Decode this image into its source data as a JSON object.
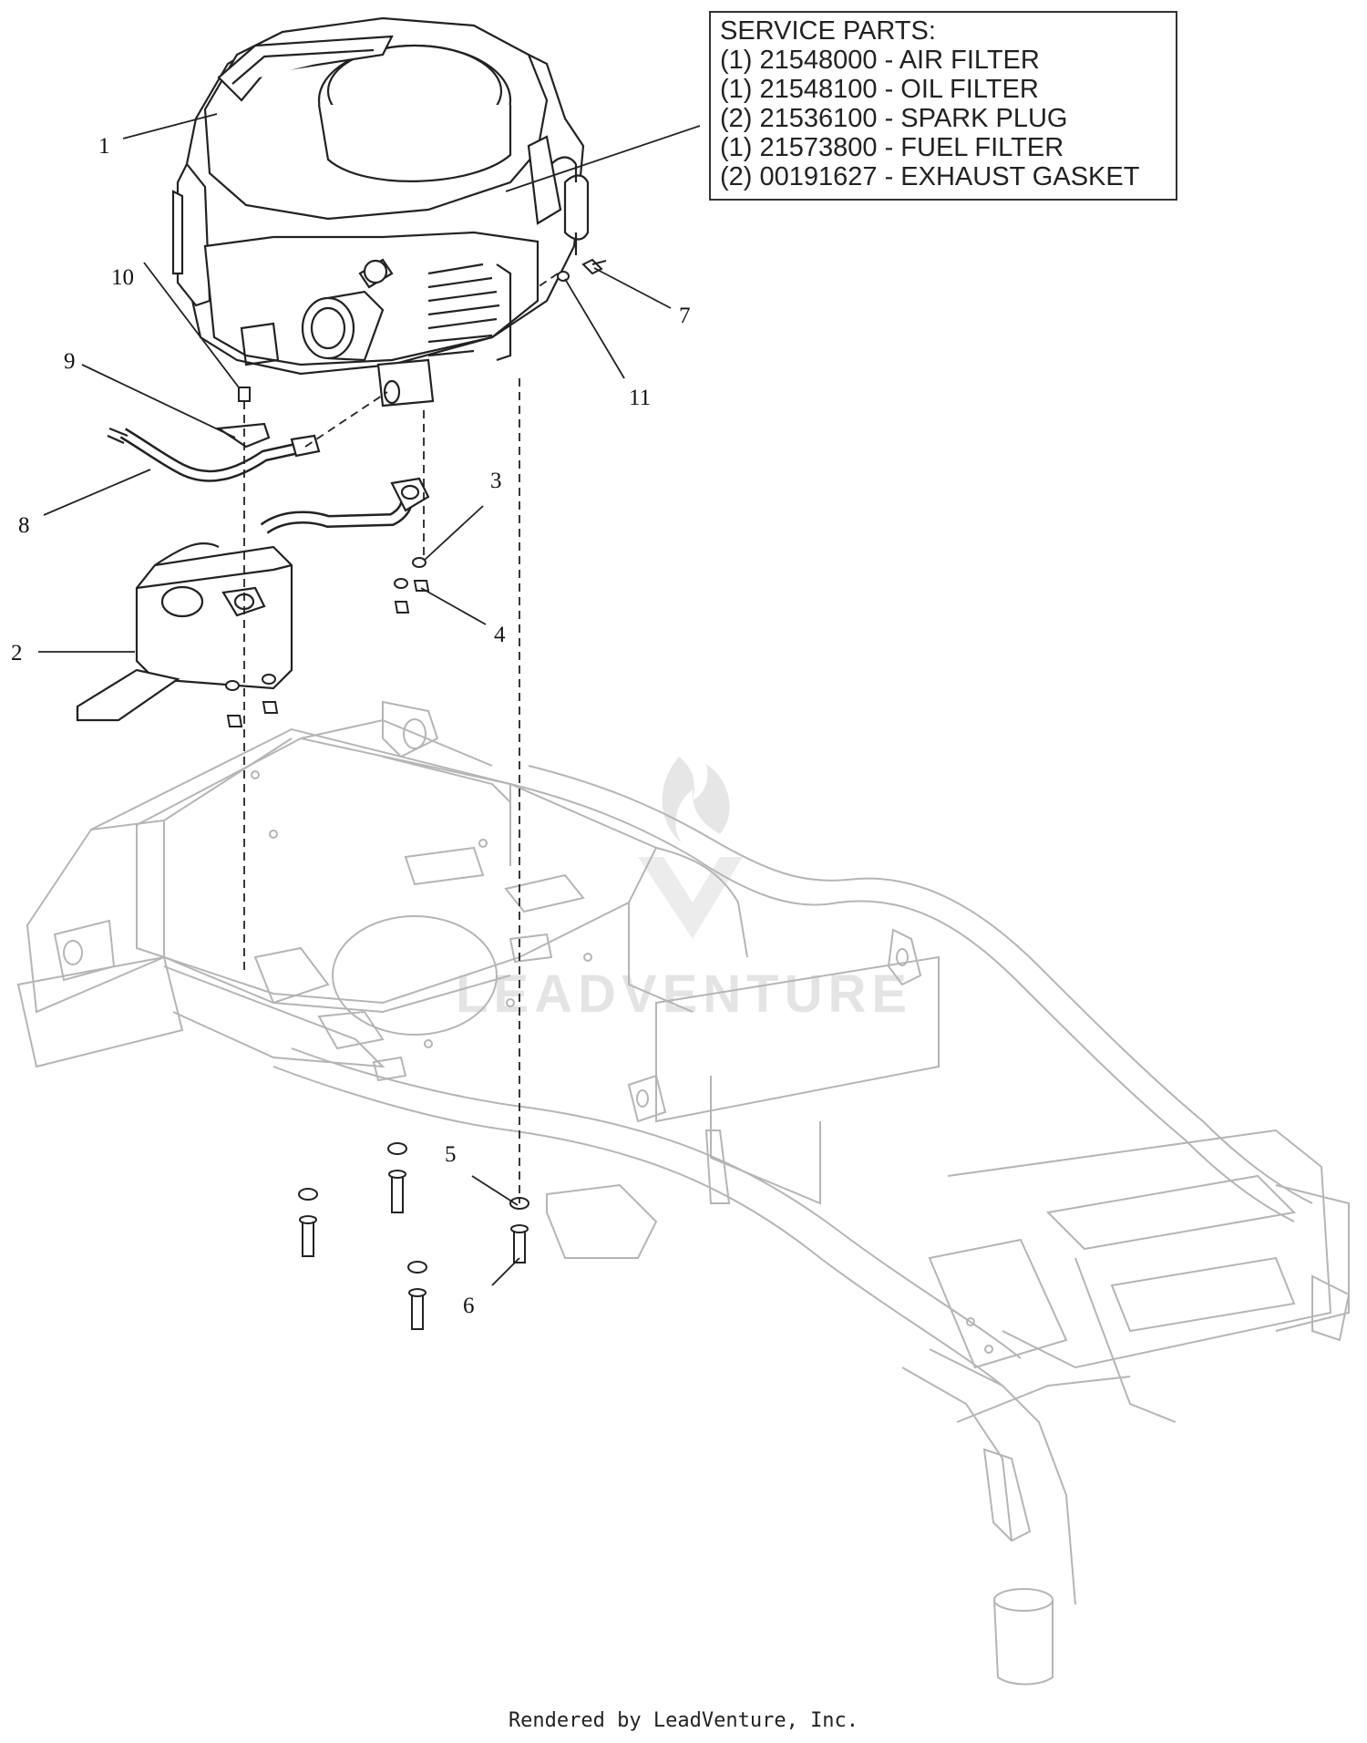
{
  "service_parts": {
    "title": "SERVICE PARTS:",
    "items": [
      "(1) 21548000 - AIR FILTER",
      "(1) 21548100 - OIL FILTER",
      "(2) 21536100 - SPARK PLUG",
      "(1) 21573800 - FUEL FILTER",
      "(2) 00191627 - EXHAUST GASKET"
    ]
  },
  "callouts": [
    "1",
    "2",
    "3",
    "4",
    "5",
    "6",
    "7",
    "8",
    "9",
    "10",
    "11"
  ],
  "watermark": "LEADVENTURE",
  "footer": "Rendered by LeadVenture, Inc.",
  "colors": {
    "line": "#222222",
    "frame_line": "#b5b5b5",
    "watermark": "#e4e4e4"
  }
}
